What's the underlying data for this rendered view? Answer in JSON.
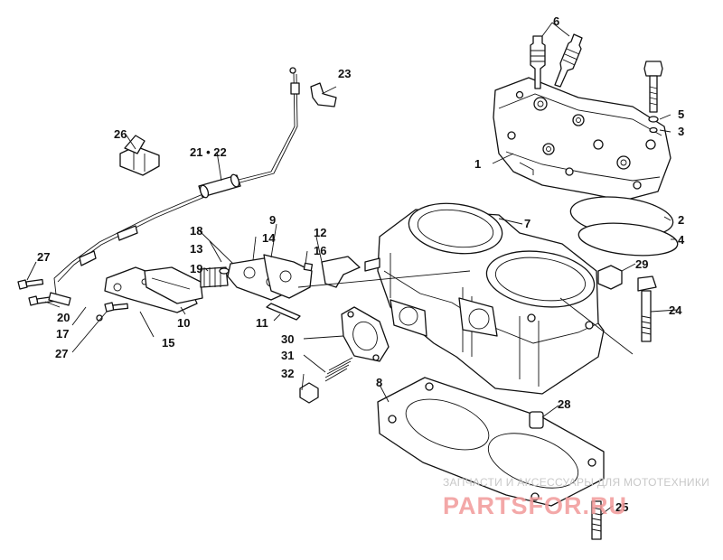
{
  "callouts": {
    "c1": "1",
    "c2": "2",
    "c3": "3",
    "c4": "4",
    "c5": "5",
    "c6": "6",
    "c7": "7",
    "c8": "8",
    "c9": "9",
    "c10": "10",
    "c11": "11",
    "c12": "12",
    "c13": "13",
    "c14": "14",
    "c15": "15",
    "c16": "16",
    "c17": "17",
    "c18": "18",
    "c19": "19",
    "c20": "20",
    "c21_22": "21 • 22",
    "c23": "23",
    "c24": "24",
    "c25": "25",
    "c26": "26",
    "c27a": "27",
    "c27b": "27",
    "c28": "28",
    "c29": "29",
    "c30": "30",
    "c31": "31",
    "c32": "32"
  },
  "watermark": {
    "caption": "ЗАПЧАСТИ И АКСЕССУАРЫ ДЛЯ МОТОТЕХНИКИ",
    "brand": "PARTSFOR.RU"
  },
  "colors": {
    "line": "#111111",
    "watermark_red": "#f29a9a",
    "watermark_grey": "#c8c8c8"
  }
}
